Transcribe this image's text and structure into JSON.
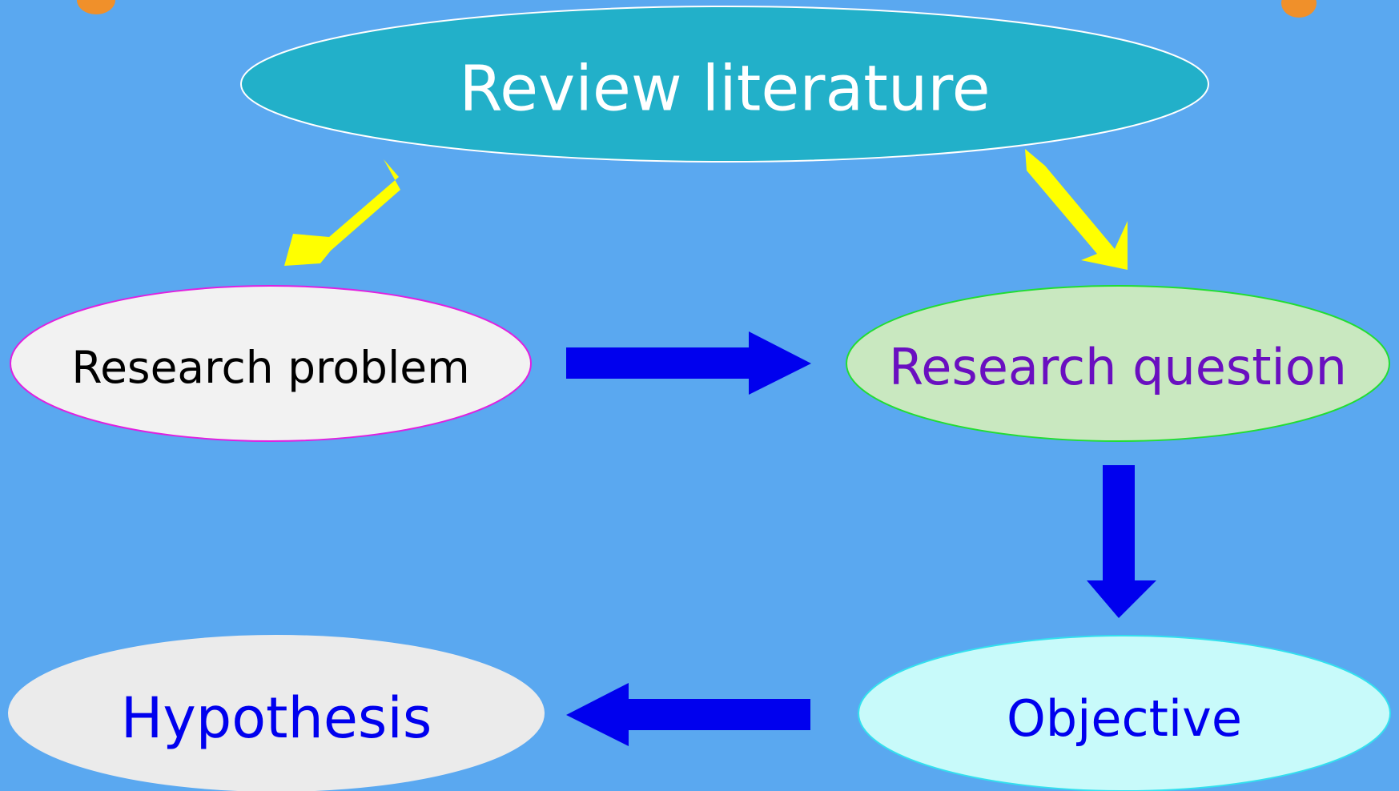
{
  "background_color": "#5aa8f0",
  "nodes": {
    "review_literature": {
      "label": "Review literature",
      "fill": "#22b0c9",
      "stroke": "#ffffff",
      "text_color": "#ffffff"
    },
    "research_problem": {
      "label": "Research problem",
      "fill": "#f2f2f2",
      "stroke": "#e020e0",
      "text_color": "#000000"
    },
    "research_question": {
      "label": "Research question",
      "fill": "#c9e8c0",
      "stroke": "#22dd33",
      "text_color": "#6a0fc0"
    },
    "objective": {
      "label": "Objective",
      "fill": "#c8fafa",
      "stroke": "#33e0ee",
      "text_color": "#0000ee"
    },
    "hypothesis": {
      "label": "Hypothesis",
      "fill": "#ebebeb",
      "stroke": "#ebebeb",
      "text_color": "#0000ee"
    }
  },
  "edges": [
    {
      "from": "review_literature",
      "to": "research_problem",
      "color": "#ffff00"
    },
    {
      "from": "review_literature",
      "to": "research_question",
      "color": "#ffff00"
    },
    {
      "from": "research_problem",
      "to": "research_question",
      "color": "#0000ee"
    },
    {
      "from": "research_question",
      "to": "objective",
      "color": "#0000ee"
    },
    {
      "from": "objective",
      "to": "hypothesis",
      "color": "#0000ee"
    }
  ],
  "decorations": {
    "corner_mark_color": "#f0902a"
  }
}
